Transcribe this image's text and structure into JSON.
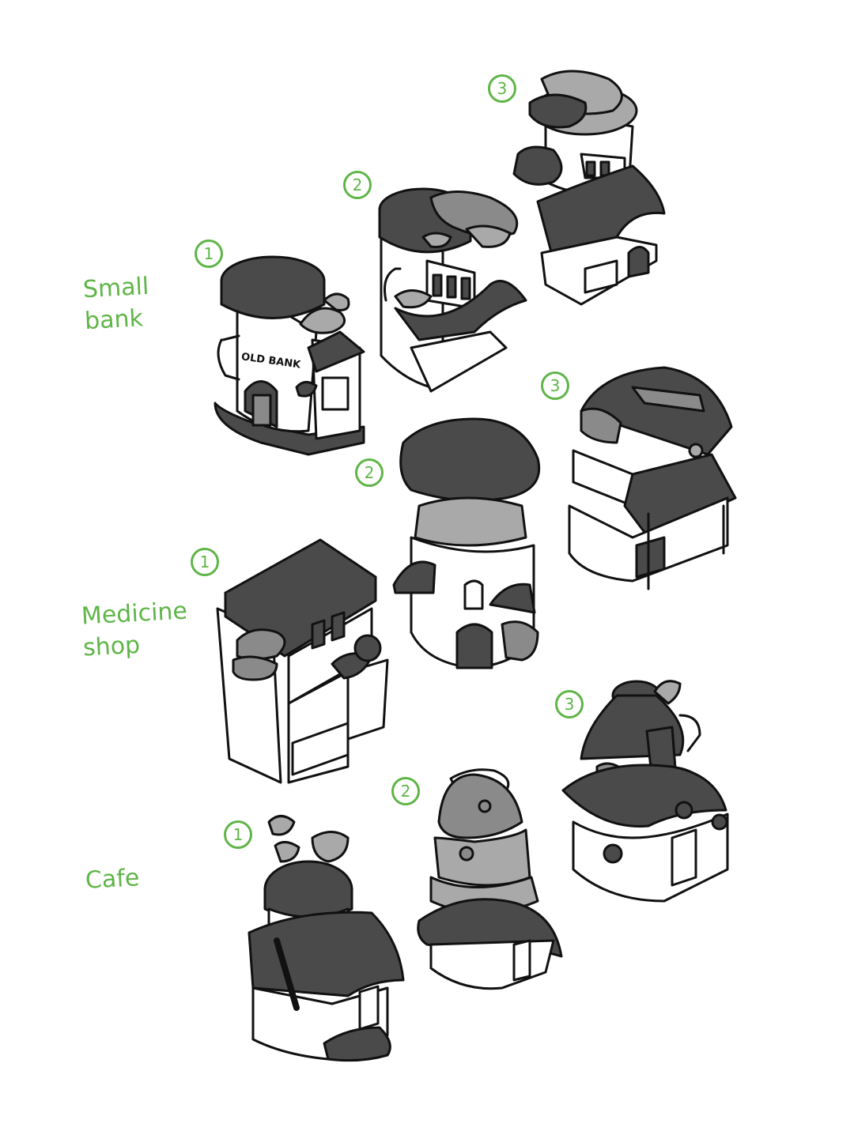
{
  "categories": [
    {
      "label": "Small\nbank",
      "variants": [
        "1",
        "2",
        "3"
      ]
    },
    {
      "label": "Medicine\nshop",
      "variants": [
        "1",
        "2",
        "3"
      ]
    },
    {
      "label": "Cafe",
      "variants": [
        "1",
        "2",
        "3"
      ]
    }
  ],
  "bank_sign": "OLD BANK",
  "colors": {
    "accent": "#5fb548",
    "dark": "#4a4a4a",
    "mid": "#8a8a8a",
    "light": "#a9a9a9",
    "ink": "#111111"
  }
}
